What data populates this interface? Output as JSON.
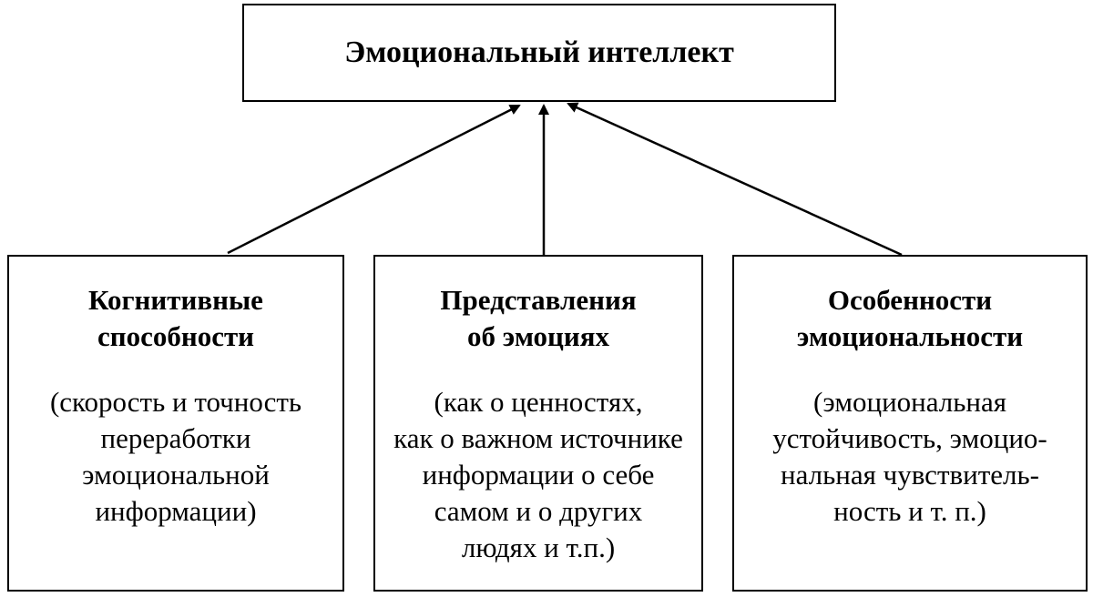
{
  "diagram": {
    "root": {
      "title": "Эмоциональный интеллект"
    },
    "components": [
      {
        "title_lines": [
          "Когнитивные",
          "способности"
        ],
        "desc_lines": [
          "(скорость и точность",
          "переработки",
          "эмоциональной",
          "информации)"
        ]
      },
      {
        "title_lines": [
          "Представления",
          "об эмоциях"
        ],
        "desc_lines": [
          "(как о ценностях,",
          "как о важном источнике",
          "информации о себе",
          "самом и о других",
          "людях и т.п.)"
        ]
      },
      {
        "title_lines": [
          "Особенности",
          "эмоциональности"
        ],
        "desc_lines": [
          "(эмоциональная",
          "устойчивость, эмоцио-",
          "нальная чувствитель-",
          "ность и т. п.)"
        ]
      }
    ],
    "colors": {
      "line": "#000000",
      "background": "#ffffff"
    }
  }
}
